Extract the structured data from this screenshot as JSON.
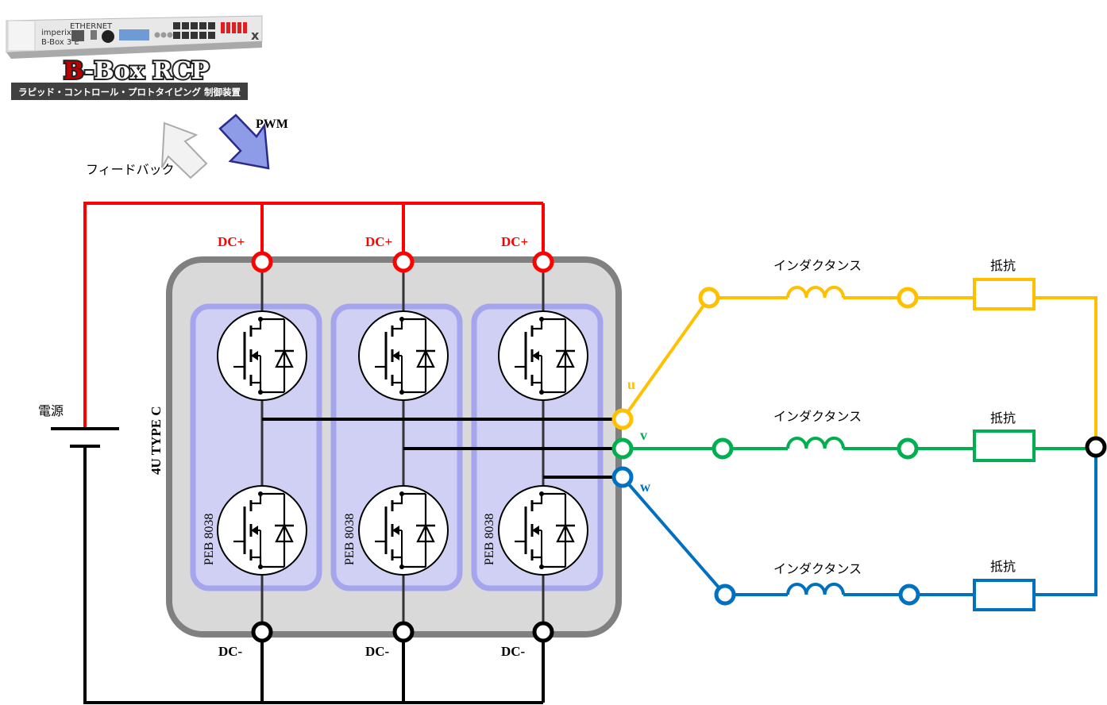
{
  "device": {
    "brand": "imperix",
    "model_line": "B-Box 3 E",
    "port_label": "ETHERNET",
    "logo_b": "B",
    "logo_rest": "-Box RCP",
    "subtitle": "ラピッド・コントロール・プロトタイピング 制御装置"
  },
  "arrows": {
    "pwm": "PWM",
    "feedback": "フィードバック"
  },
  "power_supply": {
    "label": "電源"
  },
  "module": {
    "type_label": "4U TYPE C",
    "legs": [
      {
        "dc_plus": "DC+",
        "dc_minus": "DC-",
        "board": "PEB 8038"
      },
      {
        "dc_plus": "DC+",
        "dc_minus": "DC-",
        "board": "PEB 8038"
      },
      {
        "dc_plus": "DC+",
        "dc_minus": "DC-",
        "board": "PEB 8038"
      }
    ]
  },
  "load": {
    "phases": [
      {
        "name": "u",
        "color": "#FFC000",
        "inductor": "インダクタンス",
        "resistor": "抵抗"
      },
      {
        "name": "v",
        "color": "#00B050",
        "inductor": "インダクタンス",
        "resistor": "抵抗"
      },
      {
        "name": "w",
        "color": "#0070C0",
        "inductor": "インダクタンス",
        "resistor": "抵抗"
      }
    ]
  },
  "colors": {
    "dc_plus": "#FF0000",
    "dc_minus": "#000000",
    "module_fill": "#D9D9D9",
    "module_border": "#808080",
    "board_fill": "#D0D0F4",
    "board_border": "#A5A5EE",
    "pwm_arrow": "#8E9BE6",
    "feedback_arrow": "#F2F2F2"
  }
}
